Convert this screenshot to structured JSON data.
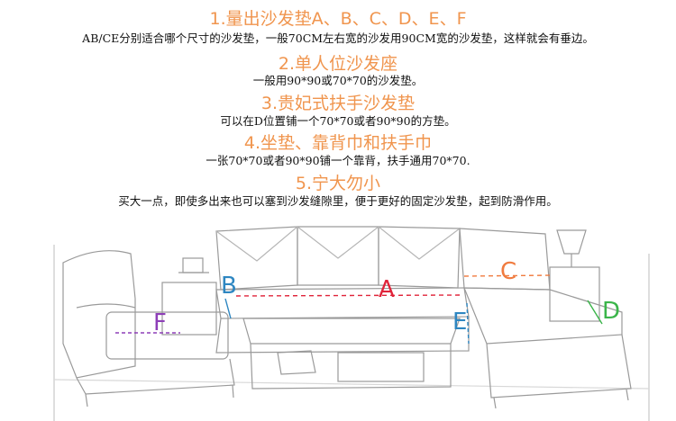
{
  "steps": [
    {
      "heading": "1.量出沙发垫A、B、C、D、E、F",
      "desc": "AB/CE分别适合哪个尺寸的沙发垫，一般70CM左右宽的沙发用90CM宽的沙发垫，这样就会有垂边。"
    },
    {
      "heading": "2.单人位沙发座",
      "desc": "一般用90*90或70*70的沙发垫。"
    },
    {
      "heading": "3.贵妃式扶手沙发垫",
      "desc": "可以在D位置铺一个70*70或者90*90的方垫。"
    },
    {
      "heading": "4.坐垫、靠背巾和扶手巾",
      "desc": "一张70*70或者90*90铺一个靠背，扶手通用70*70."
    },
    {
      "heading": "5.宁大勿小",
      "desc": "买大一点，即使多出来也可以塞到沙发缝隙里，便于更好的固定沙发垫，起到防滑作用。"
    }
  ],
  "diagram_labels": {
    "A": "A",
    "B": "B",
    "C": "C",
    "D": "D",
    "E": "E",
    "F": "F"
  },
  "colors": {
    "heading": "#f0954e",
    "label_A": "#e0243a",
    "label_B": "#2e86c1",
    "label_C": "#f07b3f",
    "label_D": "#3bb54a",
    "label_E": "#2e86c1",
    "label_F": "#8e3fb8",
    "sketch": "#9a9a9a"
  }
}
